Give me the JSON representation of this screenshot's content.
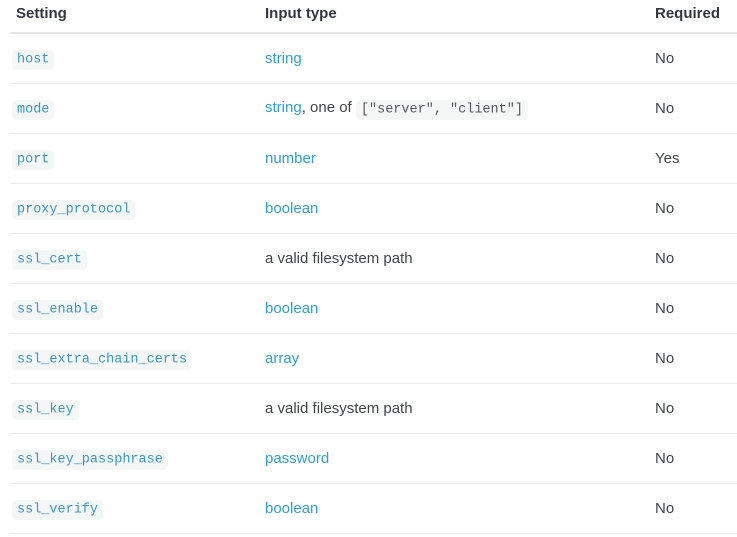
{
  "table": {
    "columns": [
      "Setting",
      "Input type",
      "Required"
    ],
    "rows": [
      {
        "setting": "host",
        "input_type": [
          {
            "style": "link",
            "text": "string"
          }
        ],
        "required": "No"
      },
      {
        "setting": "mode",
        "input_type": [
          {
            "style": "link",
            "text": "string"
          },
          {
            "style": "plain",
            "text": ", one of "
          },
          {
            "style": "code",
            "text": "[\"server\", \"client\"]"
          }
        ],
        "required": "No"
      },
      {
        "setting": "port",
        "input_type": [
          {
            "style": "link",
            "text": "number"
          }
        ],
        "required": "Yes"
      },
      {
        "setting": "proxy_protocol",
        "input_type": [
          {
            "style": "link",
            "text": "boolean"
          }
        ],
        "required": "No"
      },
      {
        "setting": "ssl_cert",
        "input_type": [
          {
            "style": "plain",
            "text": "a valid filesystem path"
          }
        ],
        "required": "No"
      },
      {
        "setting": "ssl_enable",
        "input_type": [
          {
            "style": "link",
            "text": "boolean"
          }
        ],
        "required": "No"
      },
      {
        "setting": "ssl_extra_chain_certs",
        "input_type": [
          {
            "style": "link",
            "text": "array"
          }
        ],
        "required": "No"
      },
      {
        "setting": "ssl_key",
        "input_type": [
          {
            "style": "plain",
            "text": "a valid filesystem path"
          }
        ],
        "required": "No"
      },
      {
        "setting": "ssl_key_passphrase",
        "input_type": [
          {
            "style": "link",
            "text": "password"
          }
        ],
        "required": "No"
      },
      {
        "setting": "ssl_verify",
        "input_type": [
          {
            "style": "link",
            "text": "boolean"
          }
        ],
        "required": "No"
      }
    ]
  },
  "colors": {
    "link_blue": "#2aa0dc",
    "setting_code_blue": "#3498cc",
    "code_literal_gray": "#54585e",
    "code_badge_bg": "#f5f7f7",
    "header_text": "#343741",
    "body_text": "#404449",
    "header_border": "#e2e5e1",
    "row_border": "#e8eaea",
    "page_bg": "#ffffff"
  }
}
